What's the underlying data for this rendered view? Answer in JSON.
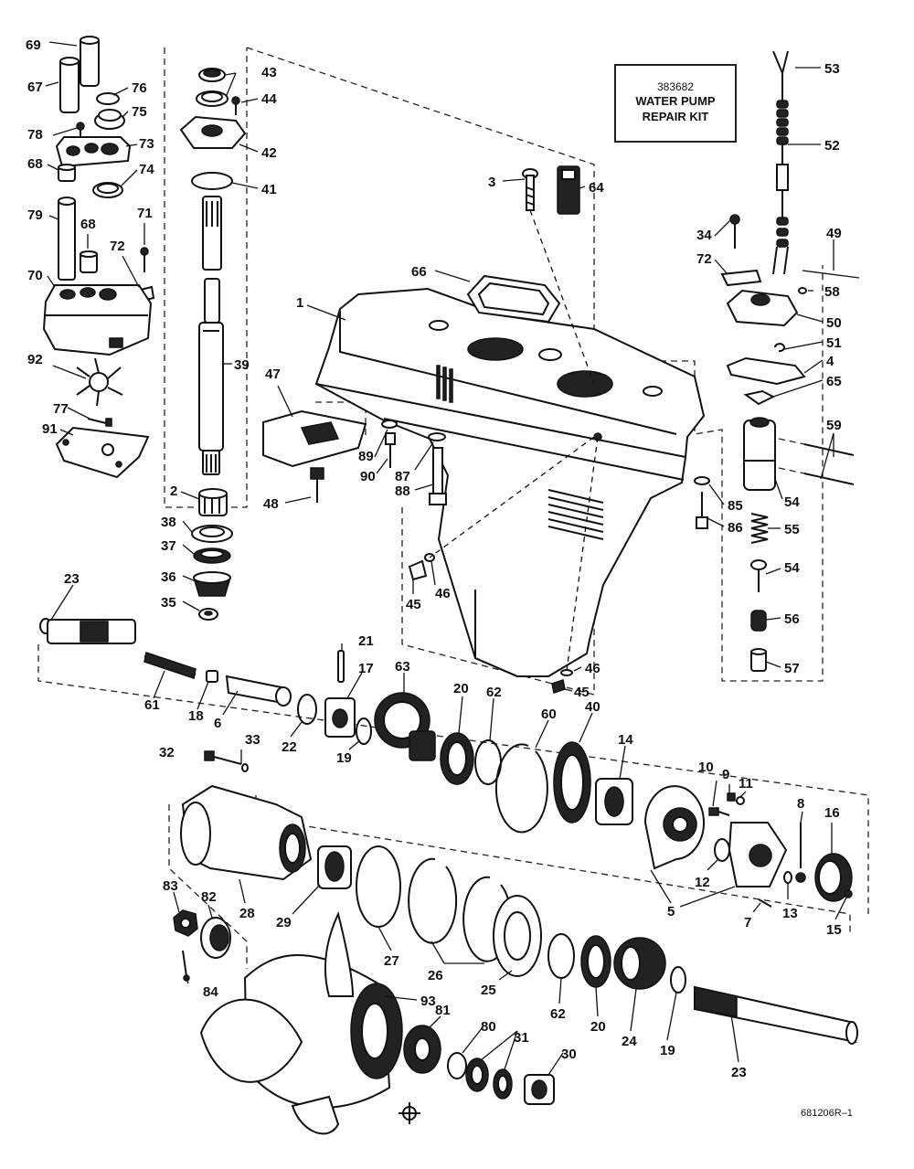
{
  "kit_box": {
    "code": "383682",
    "line1": "WATER PUMP",
    "line2": "REPAIR KIT"
  },
  "drawing_number": "681206R–1",
  "callouts": [
    {
      "id": "c69",
      "text": "69"
    },
    {
      "id": "c67",
      "text": "67"
    },
    {
      "id": "c76",
      "text": "76"
    },
    {
      "id": "c75",
      "text": "75"
    },
    {
      "id": "c78",
      "text": "78"
    },
    {
      "id": "c73",
      "text": "73"
    },
    {
      "id": "c68a",
      "text": "68"
    },
    {
      "id": "c74",
      "text": "74"
    },
    {
      "id": "c79",
      "text": "79"
    },
    {
      "id": "c68b",
      "text": "68"
    },
    {
      "id": "c71",
      "text": "71"
    },
    {
      "id": "c72a",
      "text": "72"
    },
    {
      "id": "c70",
      "text": "70"
    },
    {
      "id": "c92",
      "text": "92"
    },
    {
      "id": "c77",
      "text": "77"
    },
    {
      "id": "c91",
      "text": "91"
    },
    {
      "id": "c43",
      "text": "43"
    },
    {
      "id": "c44",
      "text": "44"
    },
    {
      "id": "c42",
      "text": "42"
    },
    {
      "id": "c41",
      "text": "41"
    },
    {
      "id": "c39",
      "text": "39"
    },
    {
      "id": "c2",
      "text": "2"
    },
    {
      "id": "c38",
      "text": "38"
    },
    {
      "id": "c37",
      "text": "37"
    },
    {
      "id": "c36",
      "text": "36"
    },
    {
      "id": "c35",
      "text": "35"
    },
    {
      "id": "c3",
      "text": "3"
    },
    {
      "id": "c64",
      "text": "64"
    },
    {
      "id": "c66",
      "text": "66"
    },
    {
      "id": "c1",
      "text": "1"
    },
    {
      "id": "c47",
      "text": "47"
    },
    {
      "id": "c48",
      "text": "48"
    },
    {
      "id": "c89",
      "text": "89"
    },
    {
      "id": "c90",
      "text": "90"
    },
    {
      "id": "c87",
      "text": "87"
    },
    {
      "id": "c88",
      "text": "88"
    },
    {
      "id": "c45a",
      "text": "45"
    },
    {
      "id": "c46a",
      "text": "46"
    },
    {
      "id": "c53",
      "text": "53"
    },
    {
      "id": "c52",
      "text": "52"
    },
    {
      "id": "c34",
      "text": "34"
    },
    {
      "id": "c72b",
      "text": "72"
    },
    {
      "id": "c49",
      "text": "49"
    },
    {
      "id": "c58",
      "text": "58"
    },
    {
      "id": "c50",
      "text": "50"
    },
    {
      "id": "c51",
      "text": "51"
    },
    {
      "id": "c4",
      "text": "4"
    },
    {
      "id": "c65",
      "text": "65"
    },
    {
      "id": "c59",
      "text": "59"
    },
    {
      "id": "c85",
      "text": "85"
    },
    {
      "id": "c54a",
      "text": "54"
    },
    {
      "id": "c86",
      "text": "86"
    },
    {
      "id": "c55",
      "text": "55"
    },
    {
      "id": "c54b",
      "text": "54"
    },
    {
      "id": "c56",
      "text": "56"
    },
    {
      "id": "c57",
      "text": "57"
    },
    {
      "id": "c46b",
      "text": "46"
    },
    {
      "id": "c45b",
      "text": "45"
    },
    {
      "id": "c23a",
      "text": "23"
    },
    {
      "id": "c61",
      "text": "61"
    },
    {
      "id": "c18",
      "text": "18"
    },
    {
      "id": "c6",
      "text": "6"
    },
    {
      "id": "c21",
      "text": "21"
    },
    {
      "id": "c17",
      "text": "17"
    },
    {
      "id": "c22",
      "text": "22"
    },
    {
      "id": "c19a",
      "text": "19"
    },
    {
      "id": "c63",
      "text": "63"
    },
    {
      "id": "c20a",
      "text": "20"
    },
    {
      "id": "c62a",
      "text": "62"
    },
    {
      "id": "c60",
      "text": "60"
    },
    {
      "id": "c40",
      "text": "40"
    },
    {
      "id": "c14",
      "text": "14"
    },
    {
      "id": "c32",
      "text": "32"
    },
    {
      "id": "c33",
      "text": "33"
    },
    {
      "id": "c10",
      "text": "10"
    },
    {
      "id": "c9",
      "text": "9"
    },
    {
      "id": "c11",
      "text": "11"
    },
    {
      "id": "c8",
      "text": "8"
    },
    {
      "id": "c16",
      "text": "16"
    },
    {
      "id": "c12",
      "text": "12"
    },
    {
      "id": "c5",
      "text": "5"
    },
    {
      "id": "c7",
      "text": "7"
    },
    {
      "id": "c13",
      "text": "13"
    },
    {
      "id": "c15",
      "text": "15"
    },
    {
      "id": "c83",
      "text": "83"
    },
    {
      "id": "c82",
      "text": "82"
    },
    {
      "id": "c28",
      "text": "28"
    },
    {
      "id": "c29",
      "text": "29"
    },
    {
      "id": "c27",
      "text": "27"
    },
    {
      "id": "c26",
      "text": "26"
    },
    {
      "id": "c25",
      "text": "25"
    },
    {
      "id": "c84",
      "text": "84"
    },
    {
      "id": "c93",
      "text": "93"
    },
    {
      "id": "c81",
      "text": "81"
    },
    {
      "id": "c80",
      "text": "80"
    },
    {
      "id": "c31",
      "text": "31"
    },
    {
      "id": "c30",
      "text": "30"
    },
    {
      "id": "c62b",
      "text": "62"
    },
    {
      "id": "c20b",
      "text": "20"
    },
    {
      "id": "c24",
      "text": "24"
    },
    {
      "id": "c19b",
      "text": "19"
    },
    {
      "id": "c23b",
      "text": "23"
    }
  ]
}
